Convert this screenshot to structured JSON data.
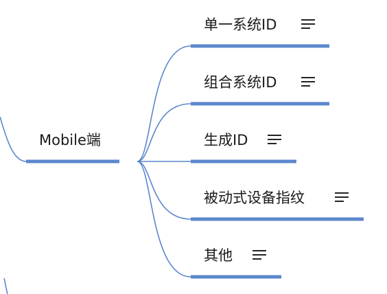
{
  "colors": {
    "branch": "#5b87cc",
    "text": "#1a1a1a"
  },
  "root": {
    "label": "Mobile端"
  },
  "children": [
    {
      "label": "单一系统ID",
      "icon": "notes-icon"
    },
    {
      "label": "组合系统ID",
      "icon": "notes-icon"
    },
    {
      "label": "生成ID",
      "icon": "notes-icon"
    },
    {
      "label": "被动式设备指纹",
      "icon": "notes-icon"
    },
    {
      "label": "其他",
      "icon": "notes-icon"
    }
  ]
}
